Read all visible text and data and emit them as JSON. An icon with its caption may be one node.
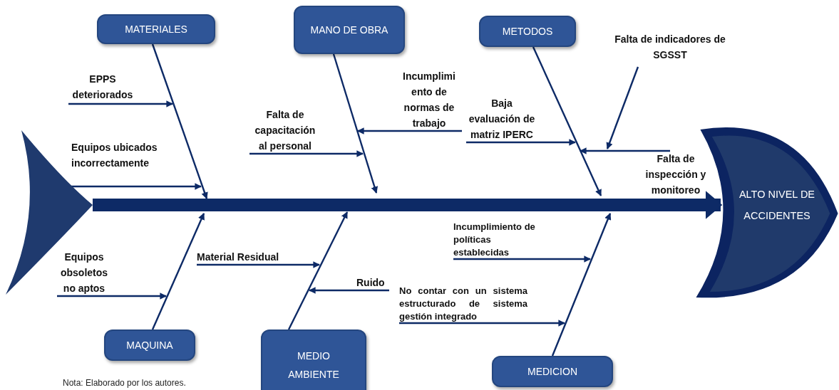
{
  "diagram": {
    "caption": "Nota: Elaborado por los autores.",
    "nodes": [
      {
        "text": [
          "MATERIALES"
        ]
      },
      {
        "text": [
          "MANO DE OBRA"
        ]
      },
      {
        "text": [
          "METODOS"
        ]
      },
      {
        "text": [
          "Falta de indicadores de SGSST"
        ]
      },
      {
        "text": [
          "EPPS deteriorados"
        ]
      },
      {
        "text": [
          "Incumplimi ento de normas de trabajo"
        ]
      },
      {
        "text": [
          "Baja evaluación de matriz IPERC"
        ]
      },
      {
        "text": [
          "Falta de capacitación al personal"
        ]
      },
      {
        "text": [
          "Equipos ubicados incorrectamente"
        ]
      },
      {
        "text": [
          "Falta de inspección y monitoreo"
        ]
      },
      {
        "text": [
          "ALTO NIVEL DE ACCIDENTES"
        ]
      },
      {
        "text": [
          "Material Residual"
        ]
      },
      {
        "text": [
          "Incumplimiento de políticas establecidas"
        ]
      },
      {
        "text": [
          "Equipos obsoletos no aptos"
        ]
      },
      {
        "text": [
          "Ruido"
        ]
      },
      {
        "text": [
          "No contar con un sistema estructurado de sistema gestión integrado"
        ]
      },
      {
        "text": [
          "MAQUINA"
        ]
      },
      {
        "text": [
          "MEDIO AMBIENTE"
        ]
      },
      {
        "text": [
          "MEDICION"
        ]
      },
      {
        "text": [],
        "shape": "picture"
      }
    ],
    "edges": [
      {
        "from": 19,
        "to": 10,
        "arrow": "to",
        "style": "thick"
      },
      {
        "from": 0,
        "to": null,
        "arrow": "to"
      },
      {
        "from": 1,
        "to": null,
        "arrow": "to"
      },
      {
        "from": 2,
        "to": null,
        "arrow": "to"
      },
      {
        "from": 16,
        "to": null,
        "arrow": "to"
      },
      {
        "from": 17,
        "to": null,
        "arrow": "to"
      },
      {
        "from": 18,
        "to": null,
        "arrow": "to"
      },
      {
        "from": 4,
        "to": null,
        "arrow": "to"
      },
      {
        "from": 8,
        "to": null,
        "arrow": "to"
      },
      {
        "from": 7,
        "to": null,
        "arrow": "to"
      },
      {
        "from": 5,
        "to": null,
        "arrow": "to"
      },
      {
        "from": 6,
        "to": null,
        "arrow": "to"
      },
      {
        "from": 3,
        "to": null,
        "arrow": "to"
      },
      {
        "from": 9,
        "to": null,
        "arrow": "to"
      },
      {
        "from": 11,
        "to": null,
        "arrow": "to"
      },
      {
        "from": 13,
        "to": null,
        "arrow": "to"
      },
      {
        "from": 14,
        "to": null,
        "arrow": "to"
      },
      {
        "from": 12,
        "to": null,
        "arrow": "to"
      },
      {
        "from": 15,
        "to": null,
        "arrow": "to"
      }
    ]
  }
}
